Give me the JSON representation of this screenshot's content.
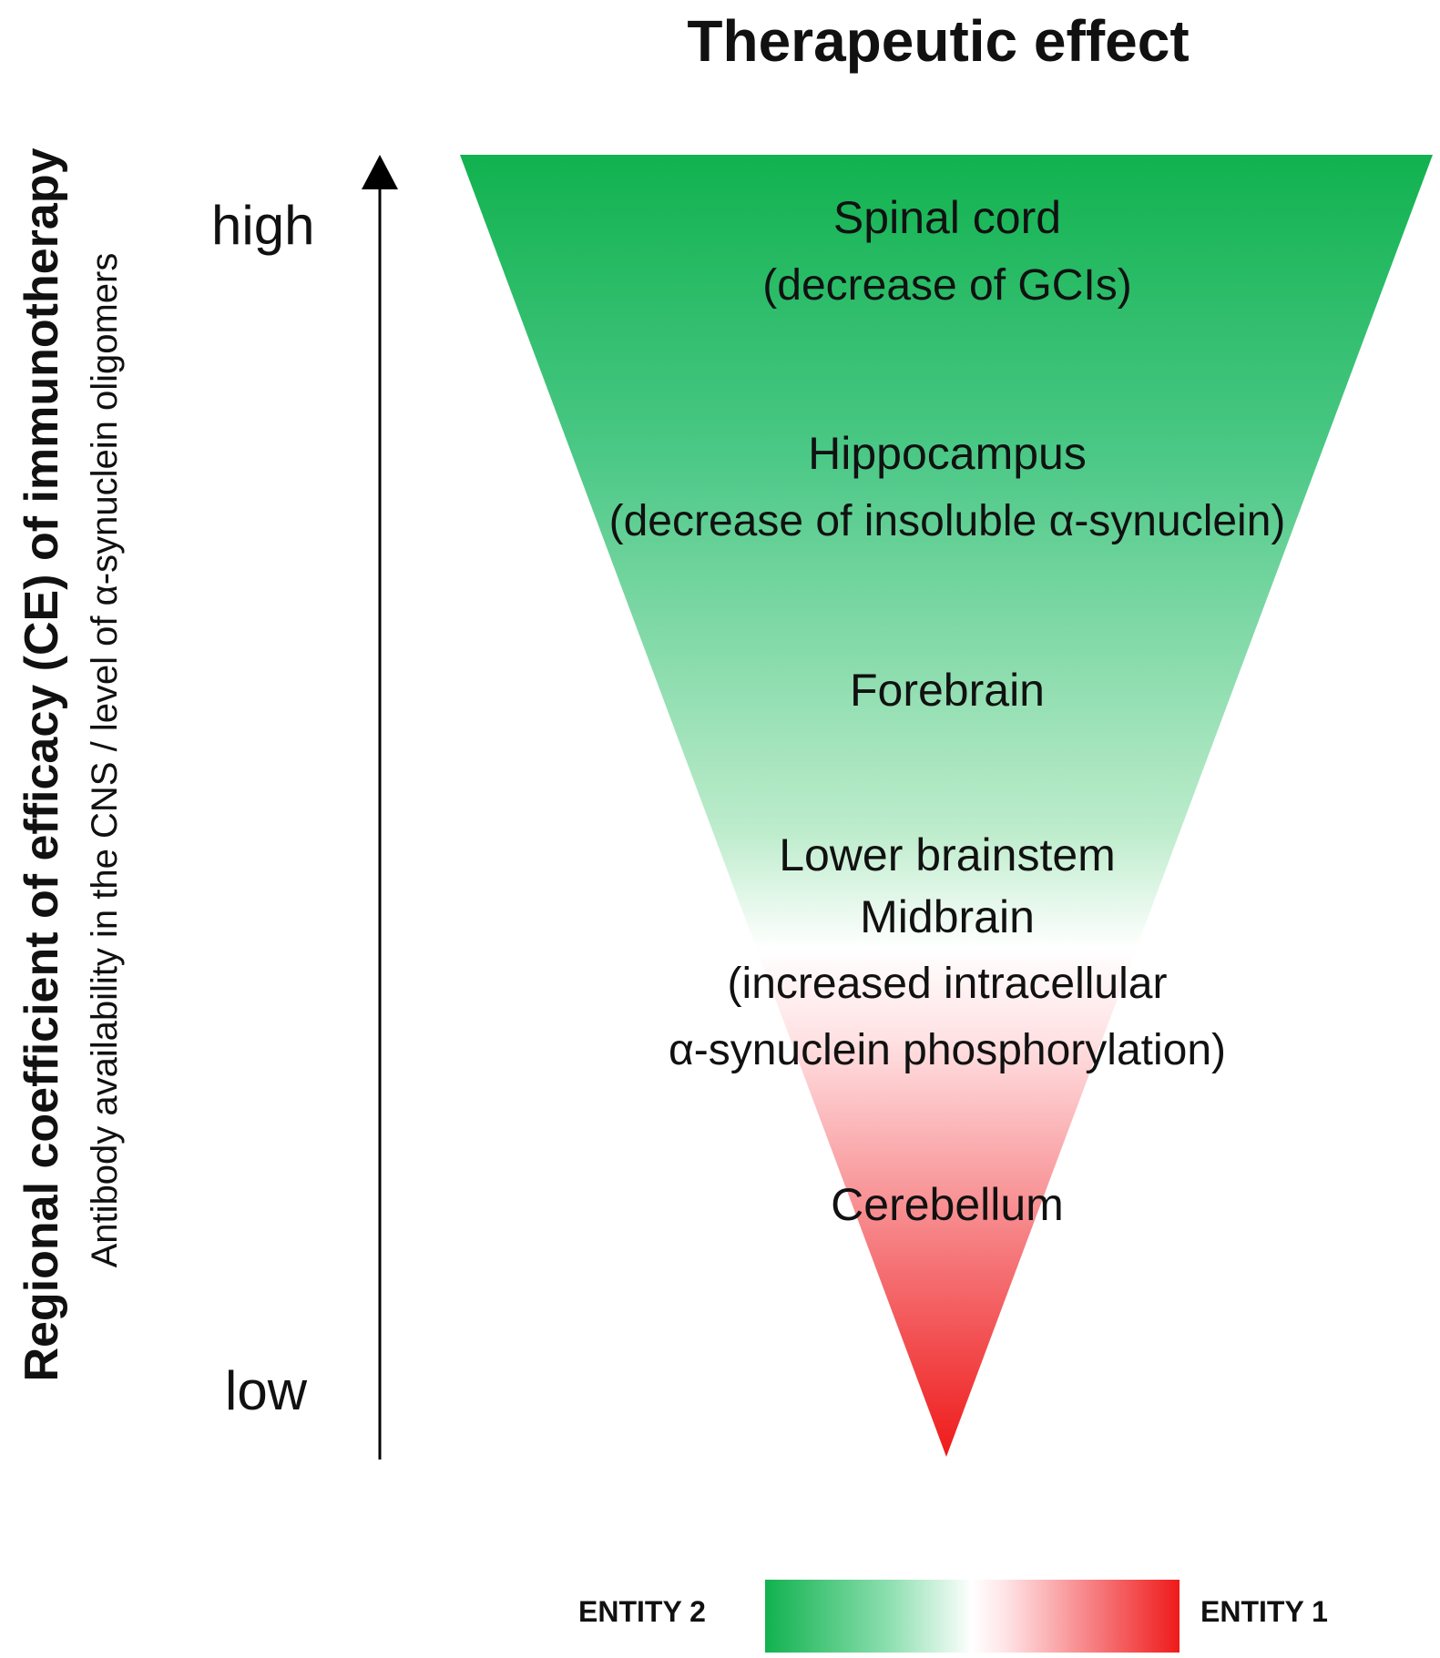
{
  "title": "Therapeutic effect",
  "y_axis": {
    "main_label": "Regional coefficient of efficacy (CE) of immunotherapy",
    "sub_label": "Antibody availability in the CNS / level of α-synuclein oligomers",
    "high_label": "high",
    "low_label": "low"
  },
  "regions": [
    {
      "main": "Spinal cord",
      "detail": "(decrease of GCIs)"
    },
    {
      "main": "Hippocampus",
      "detail": "(decrease of insoluble α-synuclein)"
    },
    {
      "main": "Forebrain",
      "detail": ""
    },
    {
      "main": "Lower brainstem",
      "detail": ""
    },
    {
      "main": "Midbrain",
      "detail": "(increased intracellular"
    },
    {
      "main": "",
      "detail": "α-synuclein phosphorylation)"
    },
    {
      "main": "Cerebellum",
      "detail": ""
    }
  ],
  "legend": {
    "left_label": "ENTITY 2",
    "right_label": "ENTITY 1"
  },
  "colors": {
    "green": "#11b24f",
    "white": "#ffffff",
    "red": "#ef1a1a",
    "text": "#111111",
    "axis": "#000000"
  }
}
